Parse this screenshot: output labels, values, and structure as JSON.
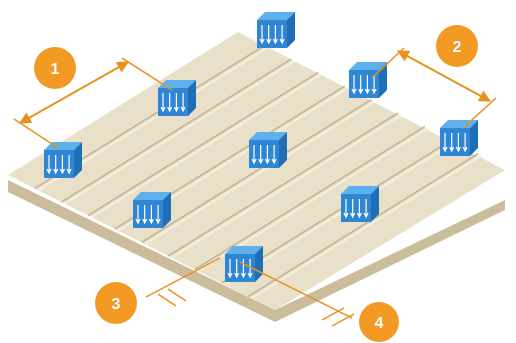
{
  "diagram": {
    "colors": {
      "deck_top": "#e9e0ca",
      "deck_side": "#d8cdb0",
      "deck_shadow": "#cbbd9c",
      "rib_line": "#c2b491",
      "block_front": "#2f86d4",
      "block_top": "#5fb1ee",
      "block_side": "#1e6fb8",
      "block_arrow": "#ffffff",
      "dimension": "#e8911f",
      "badge": "#f29a24",
      "badge_text": "#ffffff"
    },
    "badges": [
      {
        "label": "1"
      },
      {
        "label": "2"
      },
      {
        "label": "3"
      },
      {
        "label": "4"
      }
    ],
    "block_icon": "downward-arrow-block-icon",
    "block_count": 9
  }
}
